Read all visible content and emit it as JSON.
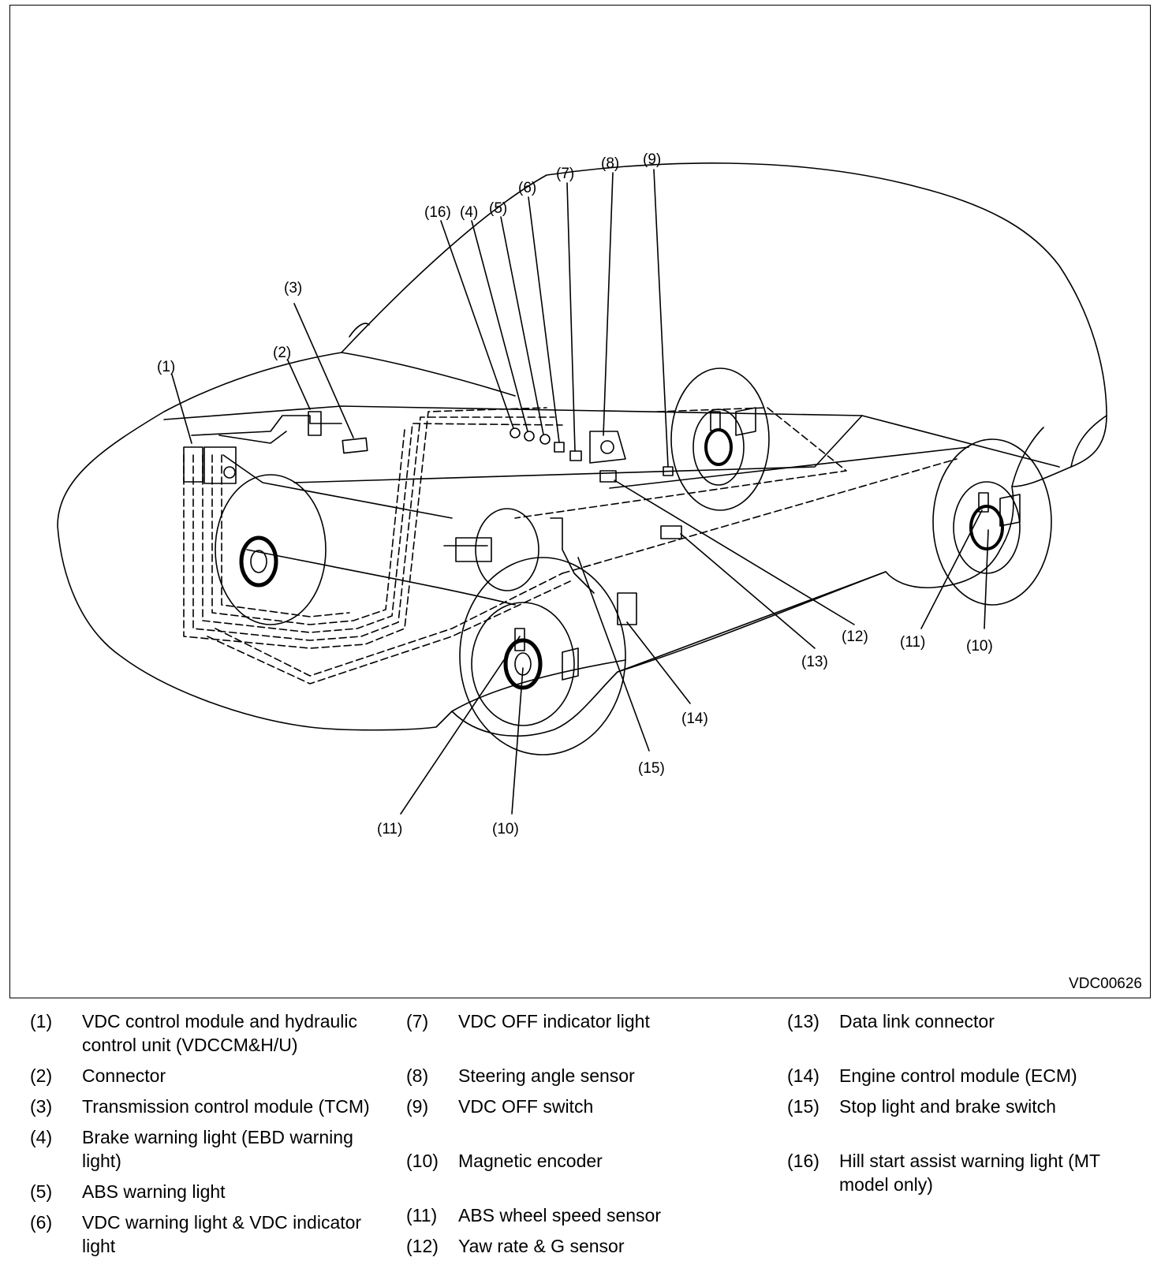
{
  "figure": {
    "code": "VDC00626",
    "callouts": {
      "c1": "(1)",
      "c2": "(2)",
      "c3": "(3)",
      "c4": "(4)",
      "c5": "(5)",
      "c6": "(6)",
      "c7": "(7)",
      "c8": "(8)",
      "c9": "(9)",
      "c10": "(10)",
      "c11": "(11)",
      "c12": "(12)",
      "c13": "(13)",
      "c14": "(14)",
      "c15": "(15)",
      "c16": "(16)"
    }
  },
  "legend": {
    "columns": [
      [
        {
          "num": "(1)",
          "text": "VDC control module and hydraulic control unit (VDCCM&H/U)"
        },
        {
          "num": "(2)",
          "text": "Connector"
        },
        {
          "num": "(3)",
          "text": "Transmission control module (TCM)"
        },
        {
          "num": "(4)",
          "text": "Brake warning light (EBD warning light)"
        },
        {
          "num": "(5)",
          "text": "ABS warning light"
        },
        {
          "num": "(6)",
          "text": "VDC warning light & VDC indicator light"
        }
      ],
      [
        {
          "num": "(7)",
          "text": "VDC OFF indicator light"
        },
        {
          "num": "(8)",
          "text": "Steering angle sensor"
        },
        {
          "num": "(9)",
          "text": "VDC OFF switch"
        },
        {
          "num": "(10)",
          "text": "Magnetic encoder"
        },
        {
          "num": "(11)",
          "text": "ABS wheel speed sensor"
        },
        {
          "num": "(12)",
          "text": "Yaw rate & G sensor"
        }
      ],
      [
        {
          "num": "(13)",
          "text": "Data link connector"
        },
        {
          "num": "(14)",
          "text": "Engine control module (ECM)"
        },
        {
          "num": "(15)",
          "text": "Stop light and brake switch"
        },
        {
          "num": "(16)",
          "text": "Hill start assist warning light (MT model only)"
        }
      ]
    ]
  }
}
